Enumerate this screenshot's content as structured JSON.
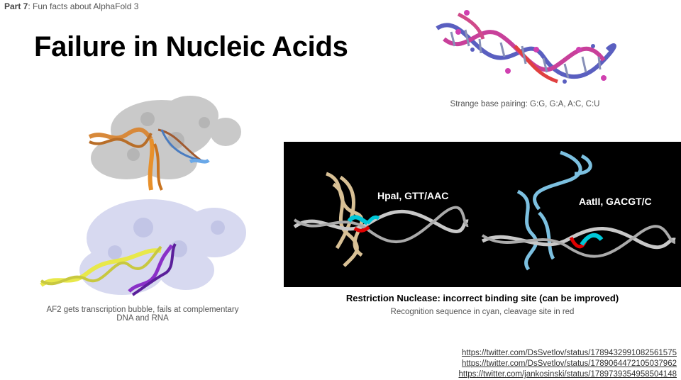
{
  "header": {
    "part": "Part 7",
    "subtitle": ": Fun facts about AlphaFold 3"
  },
  "title": "Failure in Nucleic Acids",
  "captions": {
    "base_pairing": "Strange base pairing: G:G, G:A, A:C, C:U",
    "af2_line1": "AF2 gets transcription bubble, fails at complementary",
    "af2_line2": "DNA and RNA",
    "nuclease_title": "Restriction Nuclease: incorrect binding site (can be improved)",
    "nuclease_sub": "Recognition sequence in cyan, cleavage site in red"
  },
  "panel": {
    "left_label": "HpaI, GTT/AAC",
    "right_label": "AatII, GACGT/C"
  },
  "links": [
    "https://twitter.com/DsSvetlov/status/1789432991082561575",
    "https://twitter.com/DsSvetlov/status/1789064472105037962",
    "https://twitter.com/jankosinski/status/1789739354958504148"
  ],
  "colors": {
    "recognition": "#00c8d8",
    "cleavage": "#e00000",
    "panel_bg": "#000000"
  }
}
